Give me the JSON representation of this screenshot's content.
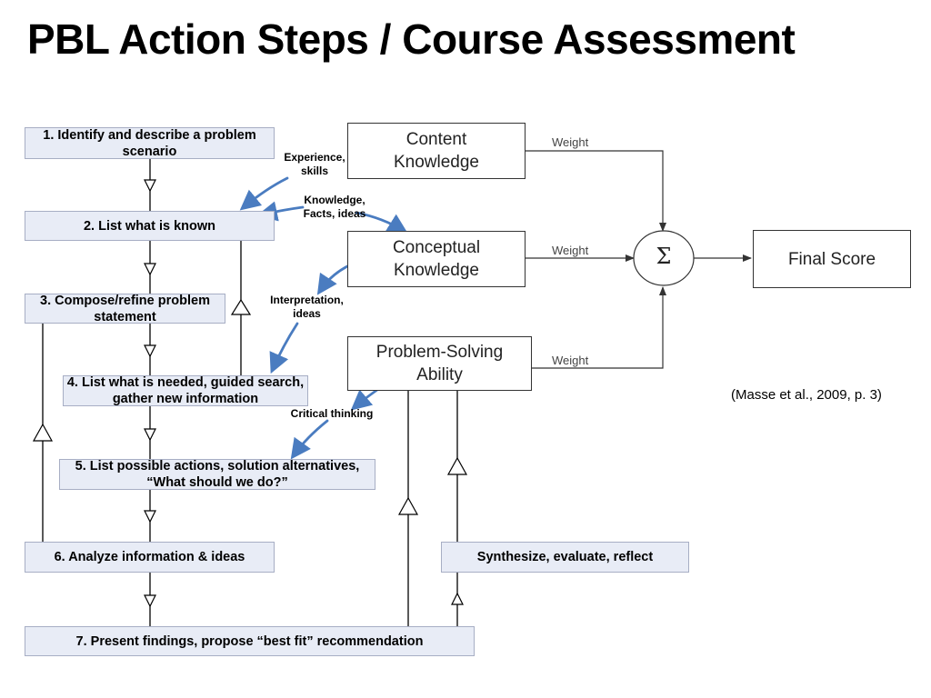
{
  "title": "PBL Action Steps / Course Assessment",
  "steps": [
    "1. Identify and describe a problem scenario",
    "2. List what is known",
    "3. Compose/refine problem statement",
    "4. List what is needed, guided search, gather new information",
    "5. List possible actions, solution alternatives, “What should we do?”",
    "6. Analyze information & ideas",
    "7. Present findings, propose “best fit” recommendation"
  ],
  "synthesize": "Synthesize, evaluate, reflect",
  "assessment": {
    "content_knowledge": "Content Knowledge",
    "conceptual_knowledge": "Conceptual Knowledge",
    "problem_solving": "Problem-Solving Ability",
    "final_score": "Final Score",
    "weight_label": "Weight",
    "sum_symbol": "Σ"
  },
  "annotations": {
    "experience": "Experience, skills",
    "knowledge": "Knowledge, Facts, ideas",
    "interpretation": "Interpretation, ideas",
    "critical": "Critical thinking"
  },
  "citation": "(Masse et al., 2009, p. 3)",
  "colors": {
    "step_fill": "#e8ecf6",
    "arrow_blue": "#4a7cc0"
  }
}
